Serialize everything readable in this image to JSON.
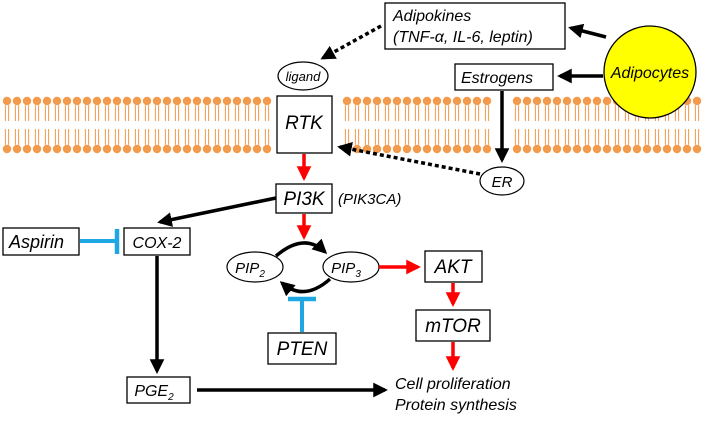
{
  "nodes": {
    "adipokines": {
      "line1": "Adipokines",
      "line2": "(TNF-α, IL-6, leptin)"
    },
    "adipocytes": "Adipocytes",
    "estrogens": "Estrogens",
    "ligand": "ligand",
    "rtk": "RTK",
    "er": "ER",
    "pi3k": "PI3K",
    "pik3ca": "(PIK3CA)",
    "aspirin": "Aspirin",
    "cox2": "COX-2",
    "pip2": {
      "base": "PIP",
      "sub": "2"
    },
    "pip3": {
      "base": "PIP",
      "sub": "3"
    },
    "akt": "AKT",
    "mtor": "mTOR",
    "pten": "PTEN",
    "pge2": {
      "base": "PGE",
      "sub": "2"
    },
    "outcome": {
      "line1": "Cell proliferation",
      "line2": "Protein synthesis"
    }
  },
  "colors": {
    "activation": "#ff0000",
    "inhibition": "#1ea7e1",
    "adipocyte_fill": "#ffff00",
    "membrane": "#f39a4c",
    "default_arrow": "#000000"
  }
}
